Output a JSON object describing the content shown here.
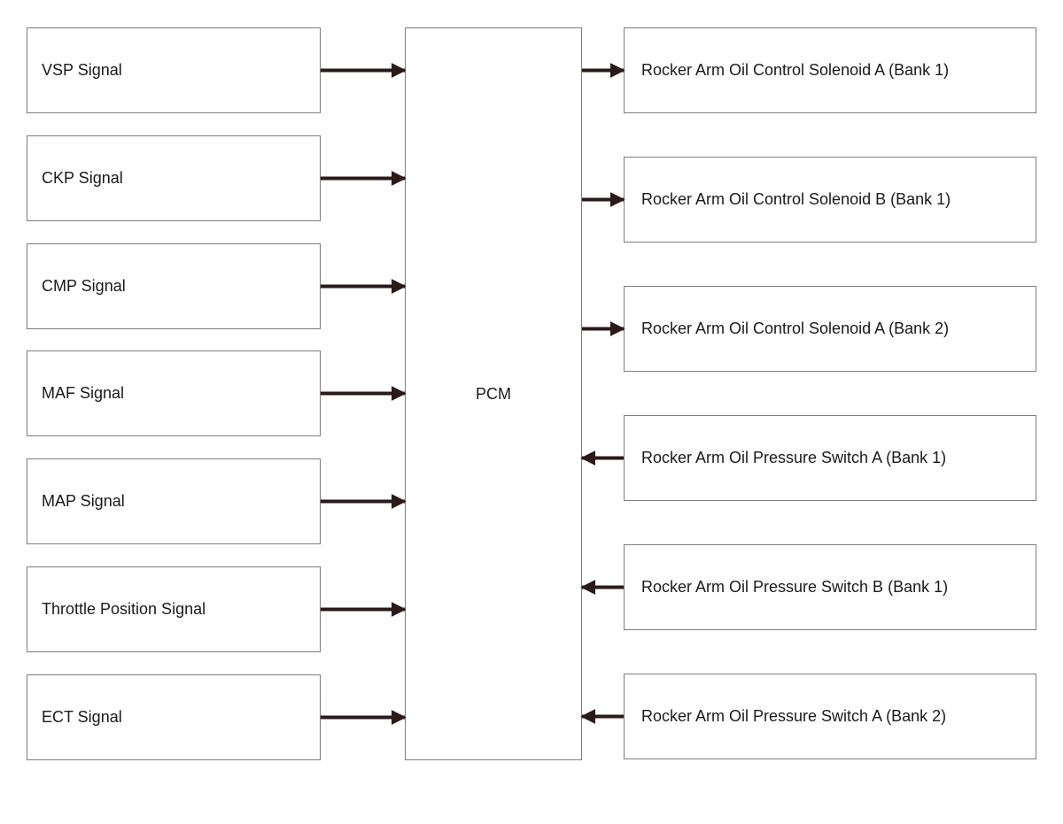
{
  "diagram": {
    "center": {
      "label": "PCM"
    },
    "inputs": [
      {
        "label": "VSP Signal"
      },
      {
        "label": "CKP Signal"
      },
      {
        "label": "CMP Signal"
      },
      {
        "label": "MAF Signal"
      },
      {
        "label": "MAP Signal"
      },
      {
        "label": "Throttle Position Signal"
      },
      {
        "label": "ECT Signal"
      }
    ],
    "outputs": [
      {
        "label": "Rocker Arm Oil Control Solenoid A (Bank 1)",
        "direction": "from-pcm"
      },
      {
        "label": "Rocker Arm Oil Control Solenoid B (Bank 1)",
        "direction": "from-pcm"
      },
      {
        "label": "Rocker Arm Oil Control Solenoid A (Bank 2)",
        "direction": "from-pcm"
      },
      {
        "label": "Rocker Arm Oil Pressure Switch A (Bank 1)",
        "direction": "to-pcm"
      },
      {
        "label": "Rocker Arm Oil Pressure Switch B (Bank 1)",
        "direction": "to-pcm"
      },
      {
        "label": "Rocker Arm Oil Pressure Switch A (Bank 2)",
        "direction": "to-pcm"
      }
    ],
    "colors": {
      "box_border": "#7d7d7d",
      "arrow": "#2a1a1a",
      "text": "#1a1a1a"
    }
  }
}
